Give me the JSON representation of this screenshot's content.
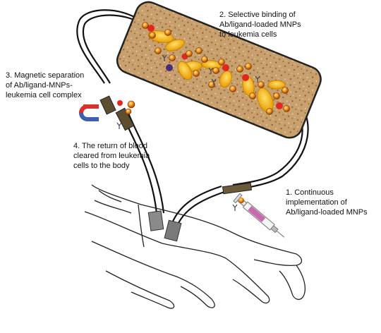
{
  "labels": {
    "step1": [
      "1. Continuous",
      "implementation  of",
      "Ab/ligand-loaded MNPs"
    ],
    "step2": [
      "2. Selective binding  of",
      "Ab/ligand-loaded MNPs",
      "to leukemia cells"
    ],
    "step3": [
      "3. Magnetic separation",
      "of Ab/ligand-MNPs-",
      "leukemia cell  complex"
    ],
    "step4": [
      "4. The return of blood",
      "cleared from leukemia",
      "cells to the body"
    ]
  },
  "colors": {
    "chamber": "#c79a66",
    "chamber_border": "#222222",
    "tube": "#111111",
    "connector": "#6b5a3a",
    "cuff": "#7a7a7a",
    "leukemia_cell": "#f4b400",
    "rbc": "#e0281e",
    "mnp": "#d4700f",
    "magnet_red": "#d9322c",
    "magnet_blue": "#3c5fb0",
    "syringe_liquid": "#c86ab0"
  },
  "icons": [
    "magnet-icon",
    "syringe-icon",
    "hand-arm-outline"
  ]
}
